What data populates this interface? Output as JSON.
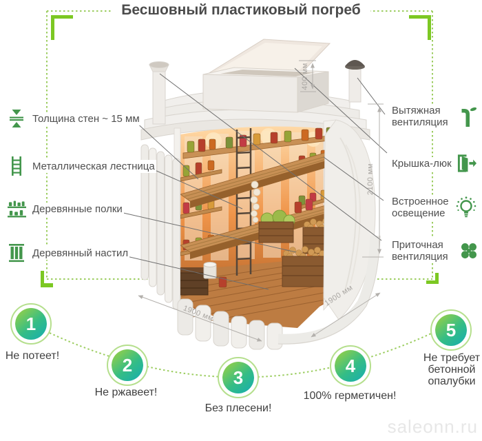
{
  "title": "Бесшовный пластиковый погреб",
  "left_labels": [
    {
      "label": "Толщина стен ~ 15 мм",
      "icon": "wall-thickness-icon"
    },
    {
      "label": "Металлическая лестница",
      "icon": "ladder-icon"
    },
    {
      "label": "Деревянные полки",
      "icon": "shelves-icon"
    },
    {
      "label": "Деревянный настил",
      "icon": "planks-icon"
    }
  ],
  "right_labels": [
    {
      "line1": "Вытяжная",
      "line2": "вентиляция",
      "icon": "exhaust-vent-icon"
    },
    {
      "line1": "Крышка-люк",
      "line2": "",
      "icon": "hatch-door-icon"
    },
    {
      "line1": "Встроенное",
      "line2": "освещение",
      "icon": "lighting-icon"
    },
    {
      "line1": "Приточная",
      "line2": "вентиляция",
      "icon": "supply-vent-icon"
    }
  ],
  "dimensions": {
    "hatch_height": "400 мм",
    "cellar_height": "2100 мм",
    "width_left": "1900 мм",
    "width_right": "1900 мм"
  },
  "features": [
    {
      "number": "1",
      "label": "Не потеет!"
    },
    {
      "number": "2",
      "label": "Не ржавеет!"
    },
    {
      "number": "3",
      "label": "Без плесени!"
    },
    {
      "number": "4",
      "label": "100% герметичен!"
    },
    {
      "number": "5",
      "label": "Не требует бетонной опалубки"
    }
  ],
  "watermark": "saleonn.ru",
  "colors": {
    "accent_green": "#43964c",
    "bracket_green": "#7cc823",
    "dotted_green": "#9ccd60",
    "badge_gradient_from": "#93cf4a",
    "badge_gradient_to": "#17aeae",
    "badge_ring": "#b5df8d",
    "title_text": "#4b4b4b",
    "label_text": "#4f4f4f",
    "dimension_gray": "#a9a6a2"
  }
}
